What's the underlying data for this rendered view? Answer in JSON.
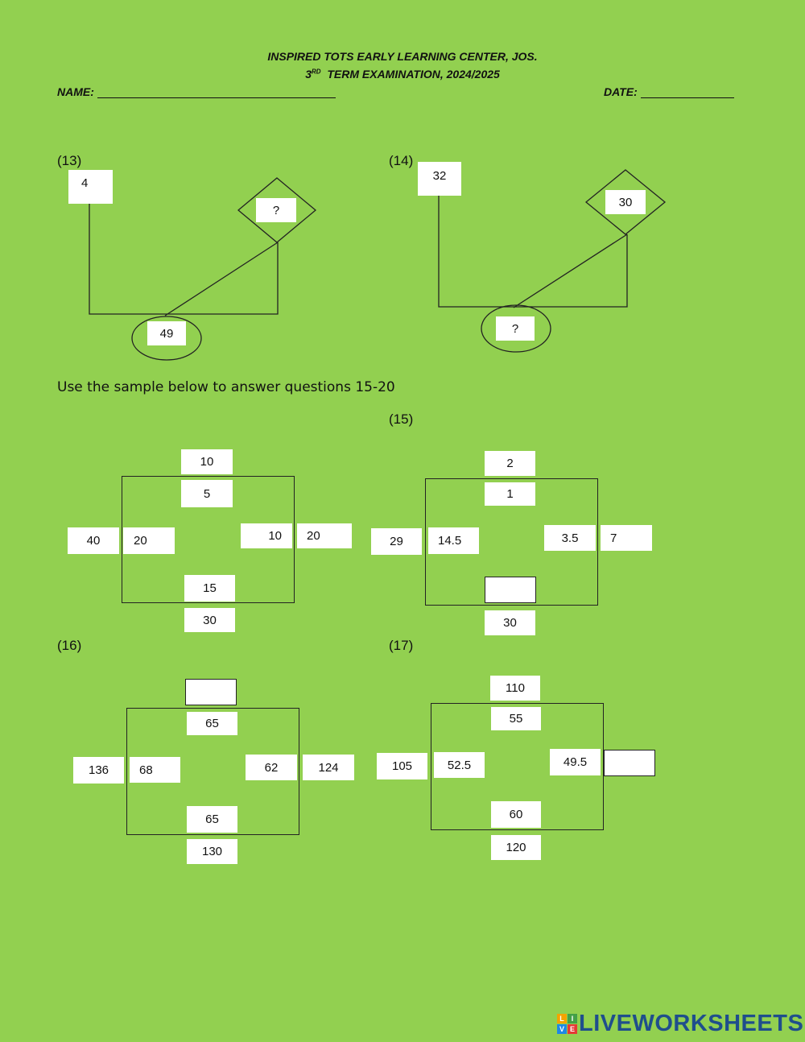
{
  "header": {
    "school": "INSPIRED TOTS EARLY LEARNING CENTER, JOS.",
    "term_num": "3",
    "term_sup": "RD",
    "term_rest": "TERM EXAMINATION, 2024/2025",
    "name_label": "NAME: ",
    "date_label": "DATE: "
  },
  "q13": {
    "label": "(13)",
    "top": "4",
    "diamond": "?",
    "circle": "49"
  },
  "q14": {
    "label": "(14)",
    "top": "32",
    "diamond": "30",
    "circle": "?"
  },
  "instruction": "Use the sample below to answer questions 15-20",
  "sample": {
    "outer_top": "10",
    "inner_top": "5",
    "outer_left": "40",
    "inner_left": "20",
    "inner_right": "10",
    "outer_right": "20",
    "inner_bottom": "15",
    "outer_bottom": "30"
  },
  "q15": {
    "label": "(15)",
    "outer_top": "2",
    "inner_top": "1",
    "outer_left": "29",
    "inner_left": "14.5",
    "inner_right": "3.5",
    "outer_right": "7",
    "inner_bottom": "",
    "outer_bottom": "30"
  },
  "q16": {
    "label": "(16)",
    "outer_top": "",
    "inner_top": "65",
    "outer_left": "136",
    "inner_left": "68",
    "inner_right": "62",
    "outer_right": "124",
    "inner_bottom": "65",
    "outer_bottom": "130"
  },
  "q17": {
    "label": "(17)",
    "outer_top": "110",
    "inner_top": "55",
    "outer_left": "105",
    "inner_left": "52.5",
    "inner_right": "49.5",
    "outer_right": "",
    "inner_bottom": "60",
    "outer_bottom": "120"
  },
  "footer": {
    "logo_text": "LIVEWORKSHEETS",
    "tiles": [
      "L",
      "I",
      "V",
      "E"
    ]
  },
  "colors": {
    "background": "#92d050",
    "logo": "#1f4e8c"
  }
}
